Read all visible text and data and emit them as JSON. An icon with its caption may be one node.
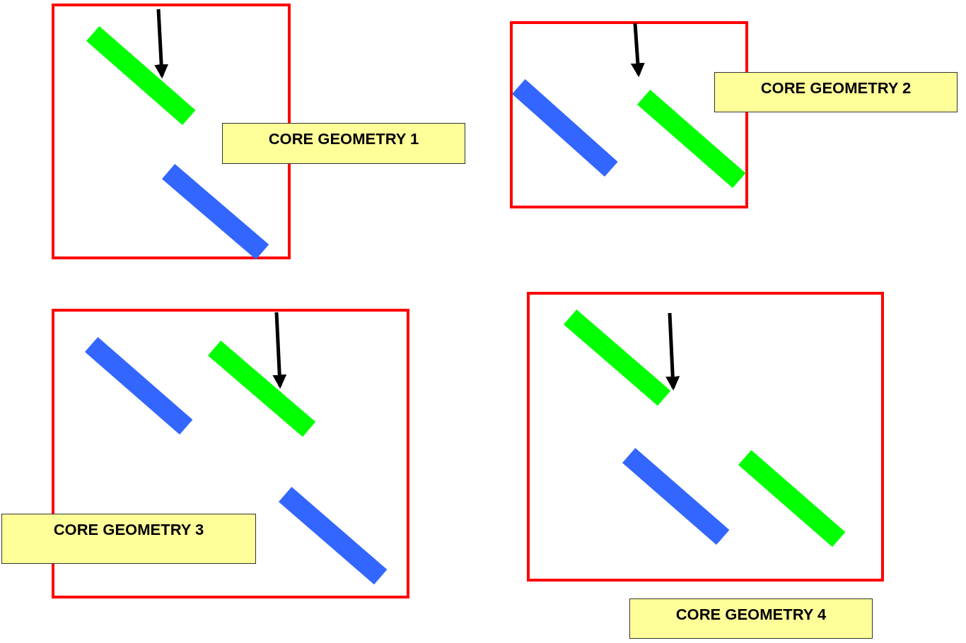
{
  "diagram": {
    "nodes": [
      {
        "text": [],
        "shape": "box"
      },
      {
        "text": [],
        "shape": "bar",
        "in": 0
      },
      {
        "text": [],
        "shape": "bar",
        "in": 0
      },
      {
        "text": [
          "CORE GEOMETRY 1"
        ]
      },
      {
        "text": [],
        "shape": "box"
      },
      {
        "text": [],
        "shape": "bar",
        "in": 4
      },
      {
        "text": [],
        "shape": "bar",
        "in": 4
      },
      {
        "text": [
          "CORE GEOMETRY 2"
        ]
      },
      {
        "text": [],
        "shape": "box"
      },
      {
        "text": [],
        "shape": "bar",
        "in": 8
      },
      {
        "text": [],
        "shape": "bar",
        "in": 8
      },
      {
        "text": [],
        "shape": "bar",
        "in": 8
      },
      {
        "text": [
          "CORE GEOMETRY 3"
        ]
      },
      {
        "text": [],
        "shape": "box"
      },
      {
        "text": [],
        "shape": "bar",
        "in": 13
      },
      {
        "text": [],
        "shape": "bar",
        "in": 13
      },
      {
        "text": [],
        "shape": "bar",
        "in": 13
      },
      {
        "text": [
          "CORE GEOMETRY 4"
        ]
      }
    ],
    "edges": [
      {
        "from": null,
        "to": 1,
        "arrow": "to"
      },
      {
        "from": null,
        "to": 6,
        "arrow": "to"
      },
      {
        "from": null,
        "to": 10,
        "arrow": "to"
      },
      {
        "from": null,
        "to": 14,
        "arrow": "to"
      }
    ]
  }
}
